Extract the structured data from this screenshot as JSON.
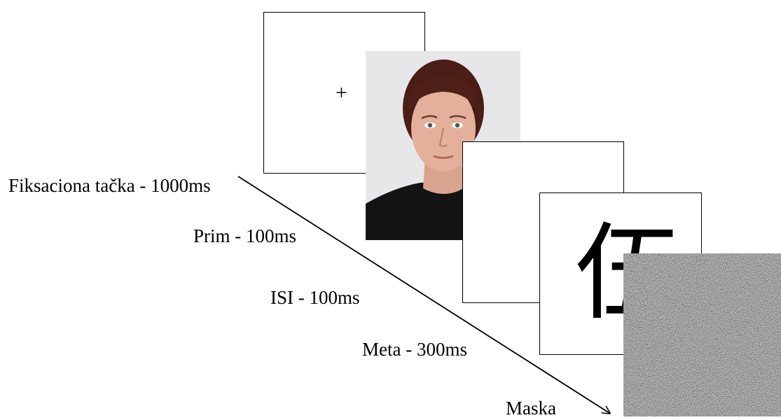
{
  "steps": [
    {
      "label": "Fiksaciona tačka - 1000ms"
    },
    {
      "label": "Prim - 100ms"
    },
    {
      "label": "ISI - 100ms"
    },
    {
      "label": "Meta - 300ms"
    },
    {
      "label": "Maska"
    }
  ],
  "fixation_symbol": "+",
  "target_character": "伍",
  "prime_image": "face-photo",
  "mask_image": "random-noise"
}
